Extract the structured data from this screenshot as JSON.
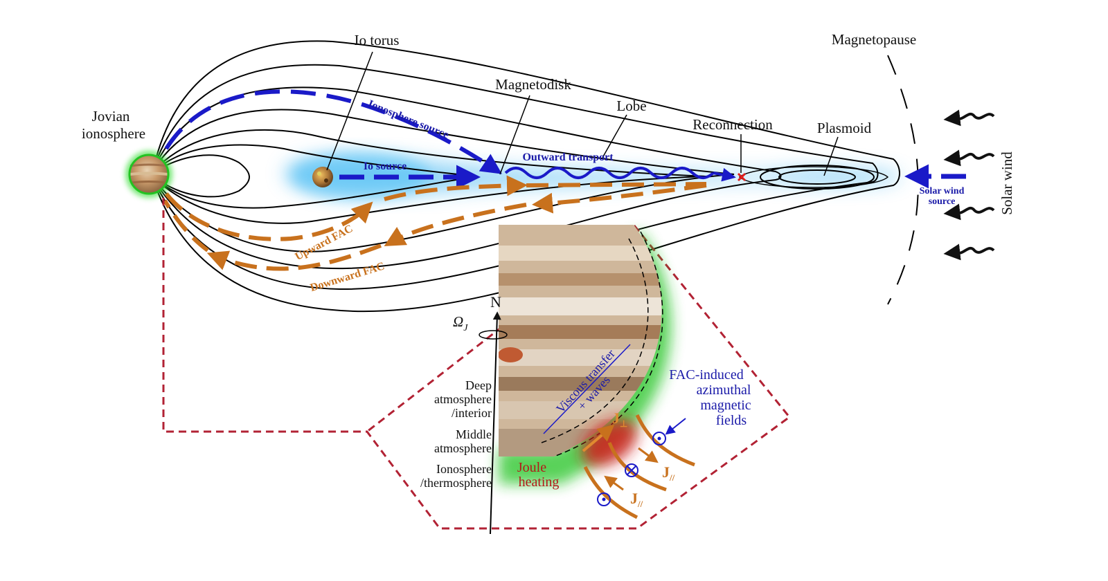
{
  "labels": {
    "io_torus": "Io torus",
    "magnetopause": "Magnetopause",
    "magnetodisk": "Magnetodisk",
    "lobe": "Lobe",
    "jovian": "Jovian",
    "ionosphere": "ionosphere",
    "reconnection": "Reconnection",
    "plasmoid": "Plasmoid",
    "solar_wind": "Solar wind",
    "ionosphere_source": "Ionosphere source",
    "io_source": "Io source",
    "outward_transport": "Outward transport",
    "solar_wind_source_1": "Solar wind",
    "solar_wind_source_2": "source",
    "upward_fac": "Upward FAC",
    "downward_fac": "Downward FAC",
    "north": "N",
    "omega": "Ω",
    "omega_sub": "J",
    "deep_1": "Deep",
    "deep_2": "atmosphere",
    "deep_3": "/interior",
    "middle_1": "Middle",
    "middle_2": "atmosphere",
    "iono_1": "Ionosphere",
    "iono_2": "/thermosphere",
    "viscous_1": "Viscous transfer",
    "viscous_2": "+ waves",
    "fac_1": "FAC-induced",
    "fac_2": "azimuthal",
    "fac_3": "magnetic",
    "fac_4": "fields",
    "joule_1": "Joule",
    "joule_2": "heating",
    "j_perp": "J",
    "j_perp_sub": "⊥",
    "j_par": "J",
    "j_par_sub": "//"
  },
  "colors": {
    "field_lines": "#000000",
    "blue_flow": "#1a1ac8",
    "orange_fac": "#c8711d",
    "red_dashed": "#b22234",
    "plasma_glow": "#3cb4f0",
    "green_glow": "#22c322",
    "joule_red": "#d21e1e",
    "text_blue": "#1a1aa8"
  }
}
